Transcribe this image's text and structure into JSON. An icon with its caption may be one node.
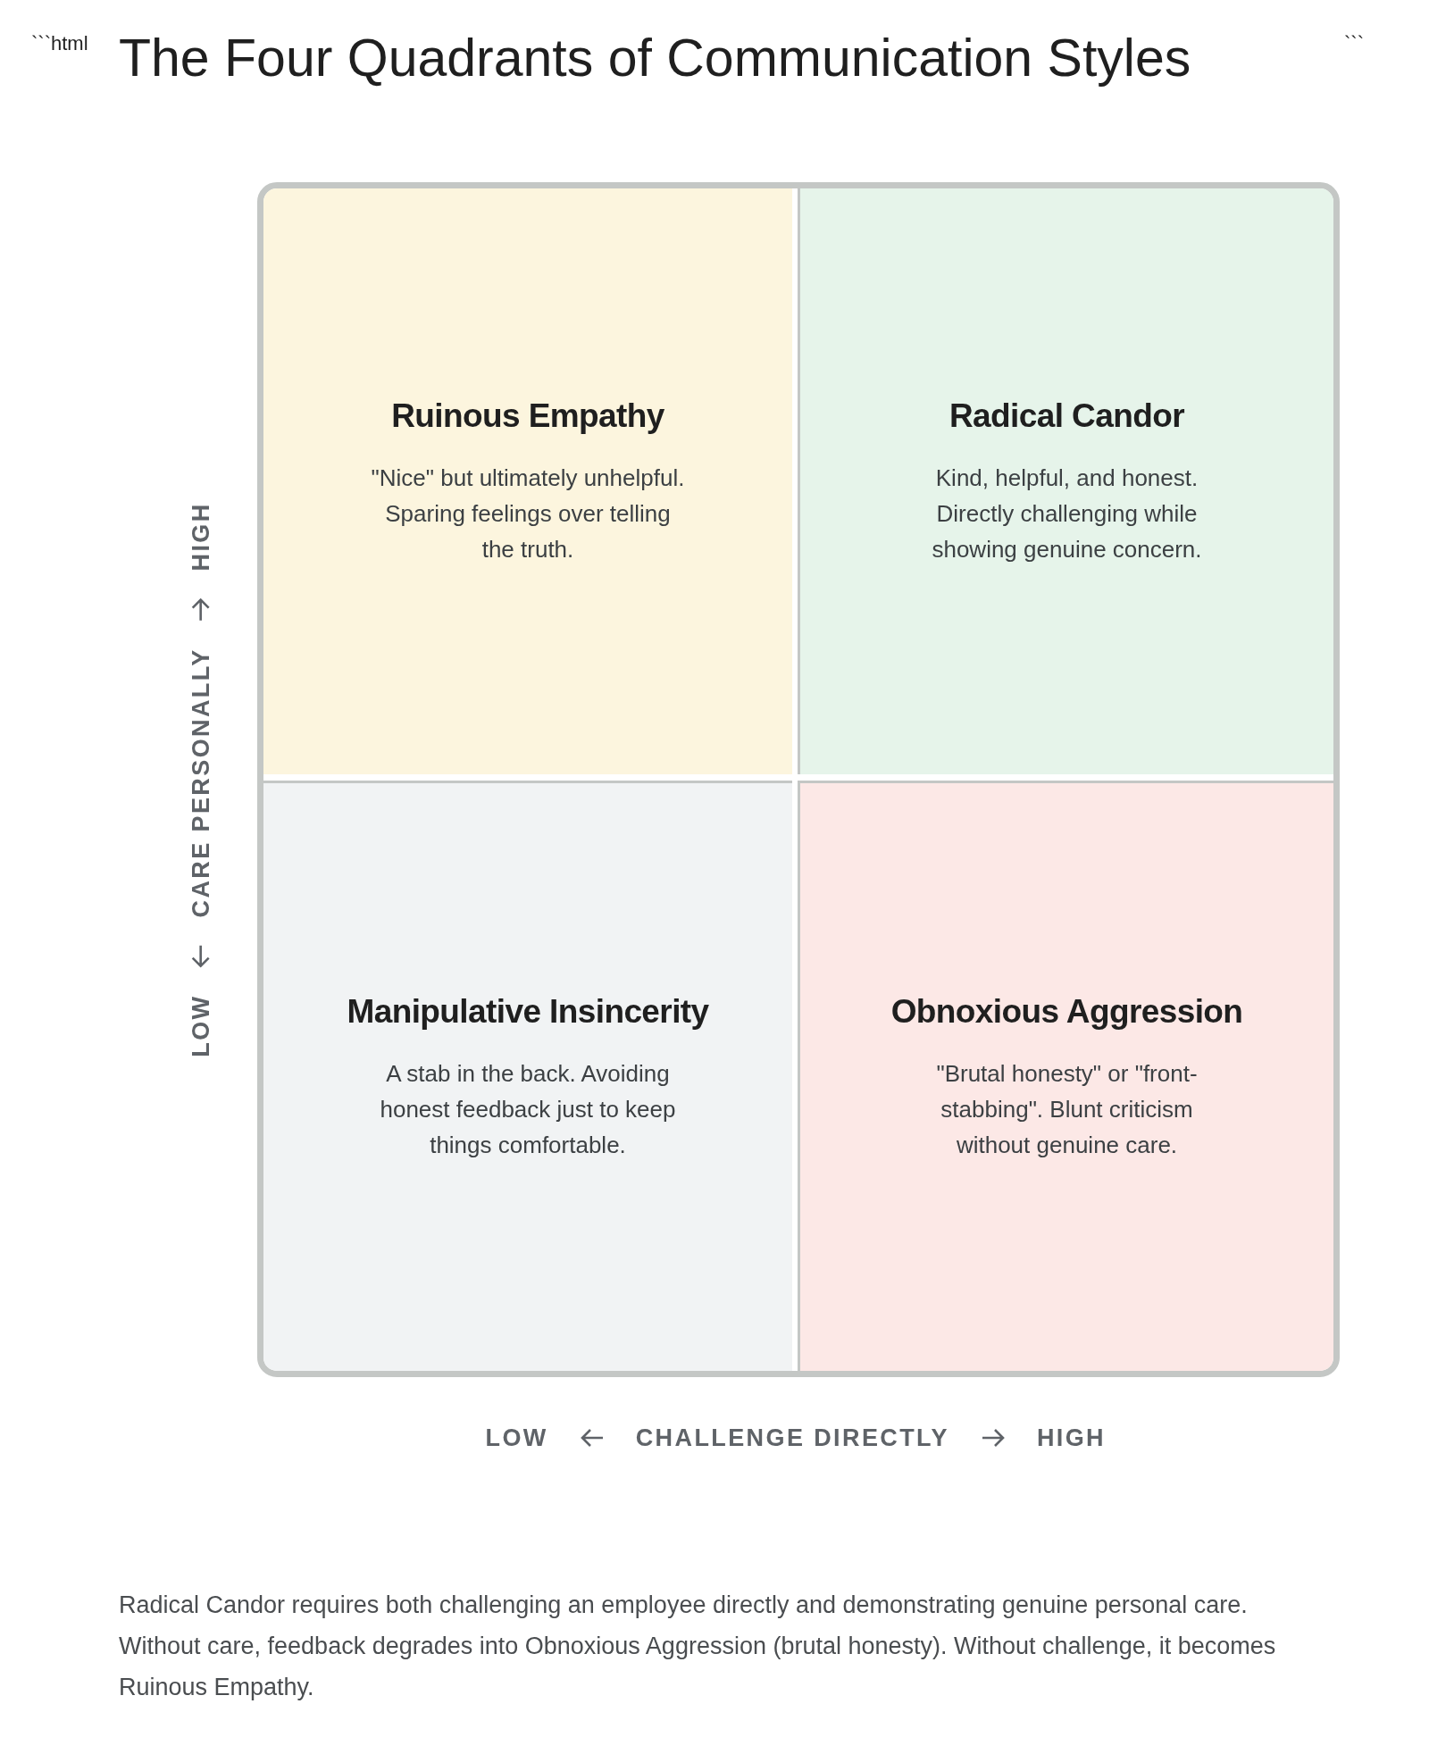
{
  "diagram": {
    "title": "The Four Quadrants of Communication Styles",
    "caption": "Radical Candor requires both challenging an employee directly and demonstrating genuine personal care. Without care, feedback degrades into Obnoxious Aggression (brutal honesty). Without challenge, it becomes Ruinous Empathy.",
    "nodes": [
      {
        "text": [],
        "shape": "box"
      },
      {
        "text": [
          "Ruinous Empathy",
          "\"Nice\" but ultimately unhelpful. Sparing feelings over telling the truth."
        ],
        "in": 0
      },
      {
        "text": [
          "Radical Candor",
          "Kind, helpful, and honest. Directly challenging while showing genuine concern."
        ],
        "in": 0
      },
      {
        "text": [
          "Manipulative Insincerity",
          "A stab in the back. Avoiding honest feedback just to keep things comfortable."
        ],
        "in": 0
      },
      {
        "text": [
          "Obnoxious Aggression",
          "\"Brutal honesty\" or \"front-stabbing\". Blunt criticism without genuine care."
        ],
        "in": 0
      }
    ],
    "labels": [
      "```html",
      "```",
      "LOW",
      "CARE PERSONALLY",
      "HIGH",
      "LOW",
      "CHALLENGE DIRECTLY",
      "HIGH"
    ]
  }
}
